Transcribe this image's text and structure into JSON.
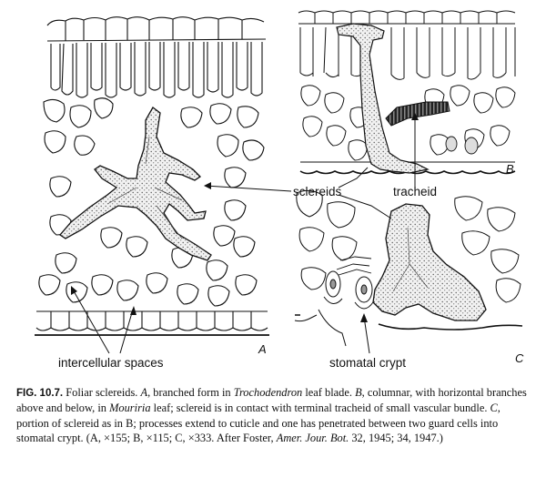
{
  "panels": {
    "a": "A",
    "b": "B",
    "c": "C"
  },
  "labels": {
    "sclereids": "sclereids",
    "tracheid": "tracheid",
    "intercellular_spaces": "intercellular spaces",
    "stomatal_crypt": "stomatal crypt"
  },
  "caption": {
    "fig_number": "FIG. 10.7.",
    "title": "Foliar sclereids.",
    "a_letter": "A",
    "a_text": ", branched form in",
    "a_genus": "Trochodendron",
    "a_tail": "leaf blade.",
    "b_letter": "B",
    "b_text": ", columnar, with horizontal branches above and below, in",
    "b_genus": "Mouriria",
    "b_tail": "leaf; sclereid is in contact with terminal tracheid of small vascular bundle.",
    "c_letter": "C",
    "c_text": ", portion of sclereid as in B; processes extend to cuticle and one has penetrated between two guard cells into stomatal crypt.",
    "magnification": "(A, ×155; B, ×115; C, ×333.",
    "source": "After Foster,",
    "journal": "Amer. Jour. Bot.",
    "volumes": "32, 1945; 34, 1947.)"
  },
  "colors": {
    "ink": "#111111",
    "stipple": "#9a9a9a",
    "paper": "#ffffff"
  }
}
